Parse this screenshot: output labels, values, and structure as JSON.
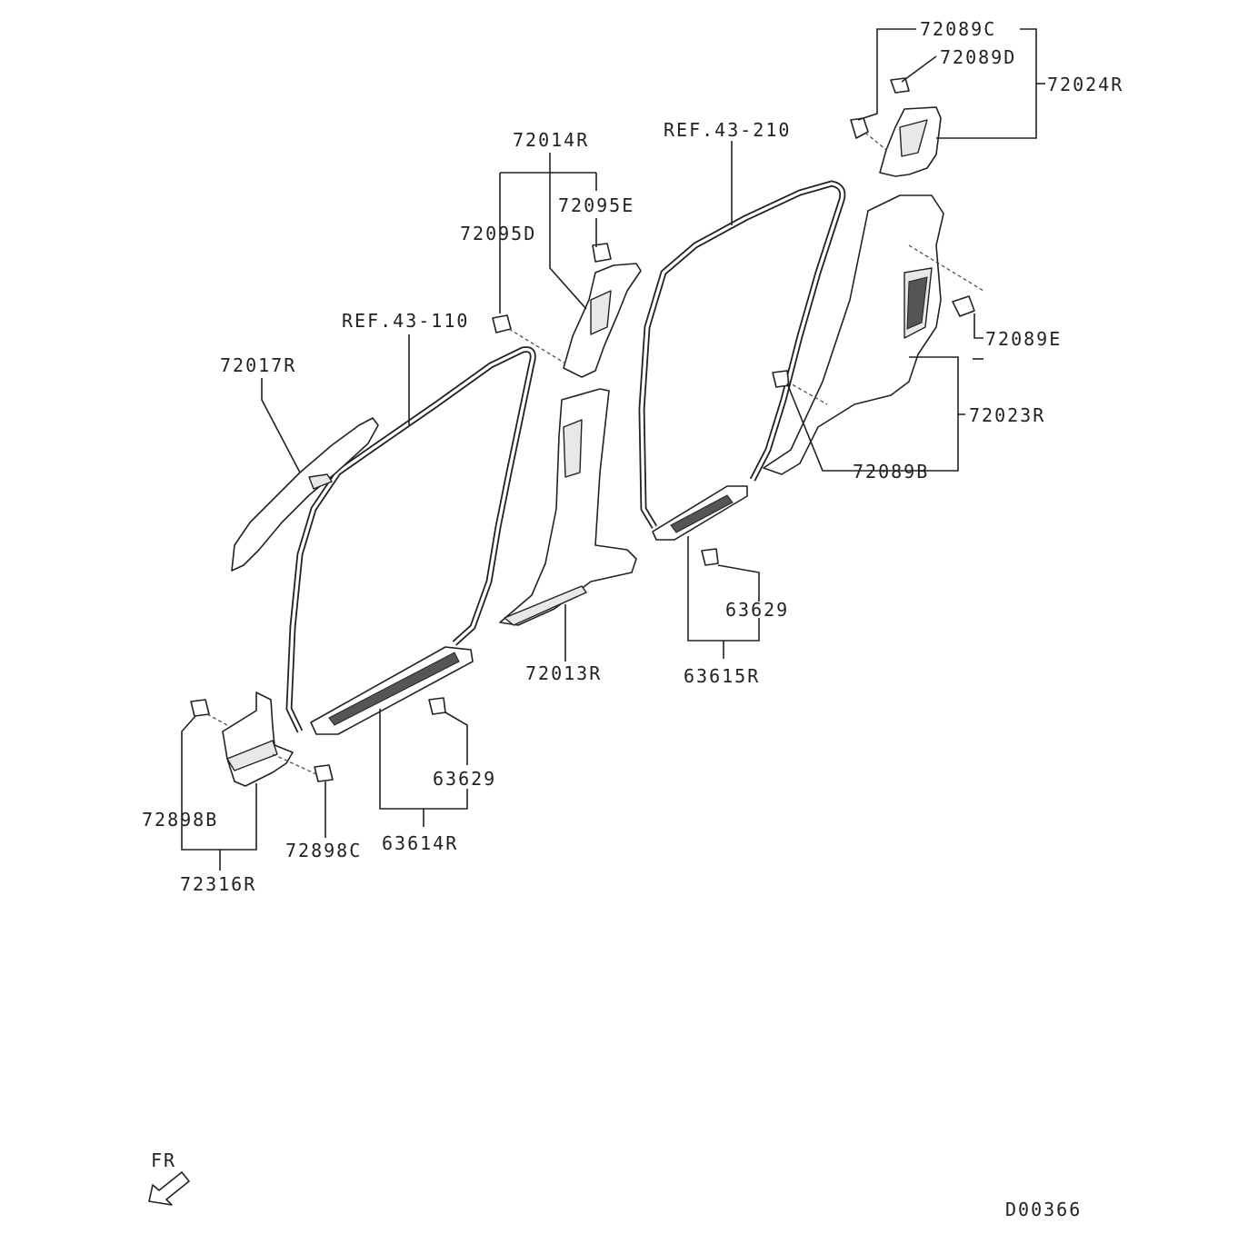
{
  "labels": {
    "p72089C": "72089C",
    "p72089D": "72089D",
    "p72024R": "72024R",
    "ref43_210": "REF.43-210",
    "p72014R": "72014R",
    "p72095E": "72095E",
    "p72095D": "72095D",
    "ref43_110": "REF.43-110",
    "p72017R": "72017R",
    "p72089E": "72089E",
    "p72023R": "72023R",
    "p72089B": "72089B",
    "p63629_right": "63629",
    "p72013R": "72013R",
    "p63615R": "63615R",
    "p63629_left": "63629",
    "p72898B": "72898B",
    "p72898C": "72898C",
    "p63614R": "63614R",
    "p72316R": "72316R",
    "front_marker": "FR",
    "diagram_code": "D00366"
  },
  "icons": {
    "front_arrow": "arrow-down-left-icon"
  }
}
